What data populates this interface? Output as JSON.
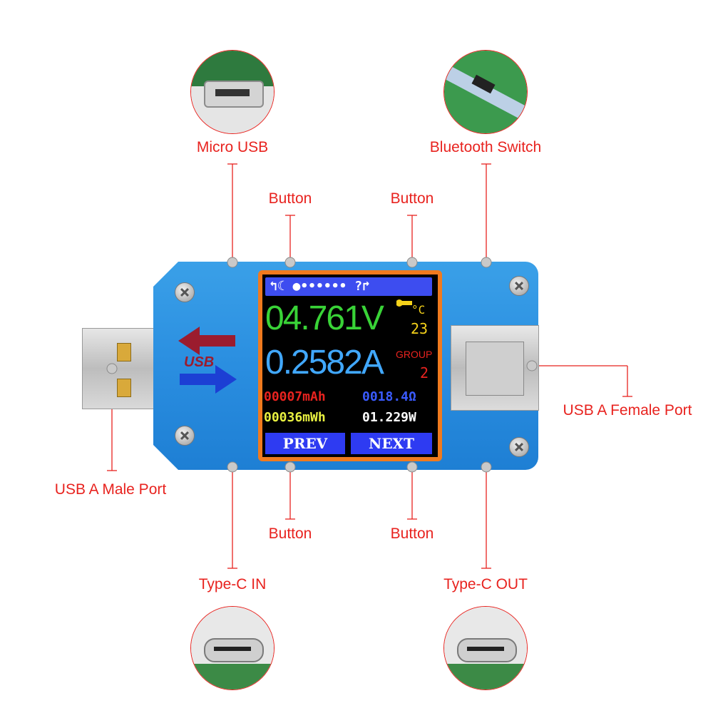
{
  "callouts": {
    "micro_usb": "Micro USB",
    "bluetooth_switch": "Bluetooth Switch",
    "button_top_left": "Button",
    "button_top_right": "Button",
    "button_bottom_left": "Button",
    "button_bottom_right": "Button",
    "usb_a_female": "USB A Female Port",
    "usb_a_male": "USB A Male Port",
    "type_c_in": "Type-C IN",
    "type_c_out": "Type-C OUT"
  },
  "logo_text": "USB",
  "display": {
    "status_bar": "↰☾ ●•••••• ?↱",
    "voltage": "04.761V",
    "temp_unit": "°C",
    "temp_value": "23",
    "current": "0.2582A",
    "group_label": "GROUP",
    "group_value": "2",
    "capacity_mah": "00007mAh",
    "resistance": "0018.4Ω",
    "energy_mwh": "00036mWh",
    "power": "01.229W",
    "prev_button": "PREV",
    "next_button": "NEXT"
  },
  "colors": {
    "callout": "#e8231f",
    "body": "#2a8ee0",
    "voltage": "#39d337",
    "current": "#41a8ff",
    "temp": "#f5d21a",
    "group": "#e8231f",
    "mah": "#e8231f",
    "resistance": "#3a5bff",
    "mwh": "#e8f040",
    "power": "#ffffff",
    "button_bg": "#2e3bf2"
  }
}
